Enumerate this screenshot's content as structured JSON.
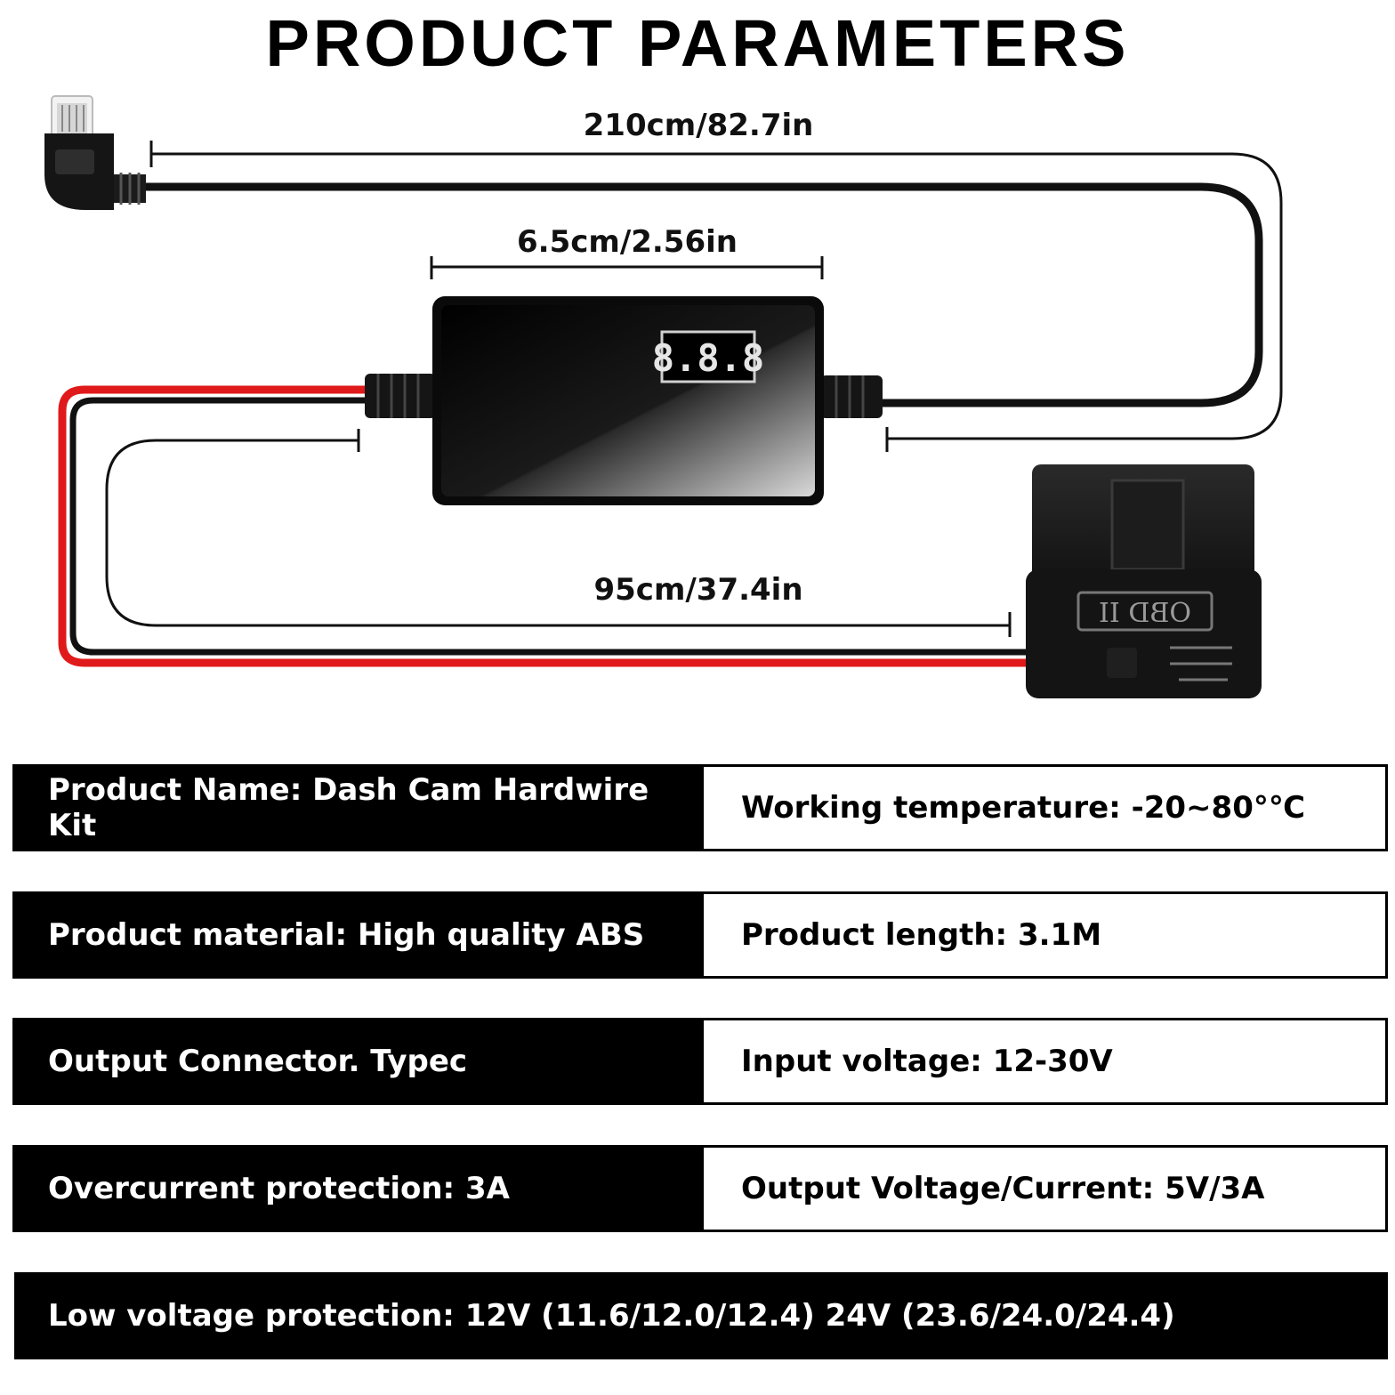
{
  "title": "PRODUCT PARAMETERS",
  "dimensions": {
    "cable_to_camera": "210cm/82.7in",
    "converter_box": "6.5cm/2.56in",
    "cable_to_obd": "95cm/37.4in"
  },
  "display_readout": "8.8.8",
  "obd_label": "OBD II",
  "specs": [
    {
      "left": "Product Name: Dash Cam Hardwire Kit",
      "right": "Working temperature: -20~80°℃"
    },
    {
      "left": "Product material: High quality ABS",
      "right": "Product length: 3.1M"
    },
    {
      "left": "Output Connector. Typec",
      "right": "Input voltage: 12-30V"
    },
    {
      "left": "Overcurrent protection: 3A",
      "right": "Output Voltage/Current: 5V/3A"
    }
  ],
  "low_voltage": "Low voltage protection: 12V (11.6/12.0/12.4) 24V (23.6/24.0/24.4)",
  "colors": {
    "wire_red": "#e01a1a",
    "cable_black": "#111111"
  }
}
